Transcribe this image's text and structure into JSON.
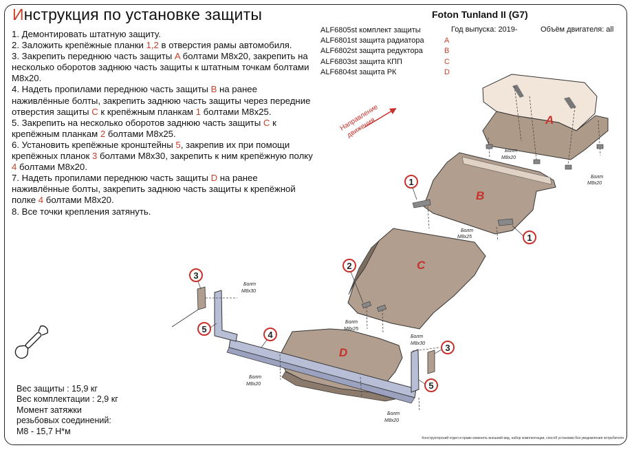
{
  "header": {
    "title_first_letter": "И",
    "title_rest": "нструкция по установке защиты",
    "car_model": "Foton Tunland II (G7)"
  },
  "steps": [
    {
      "segments": [
        "1. Демонтировать штатную защиту."
      ]
    },
    {
      "segments": [
        "2. Заложить крепёжные планки ",
        "1,2",
        " в отверстия рамы автомобиля."
      ]
    },
    {
      "segments": [
        "3. Закрепить переднюю часть защиты ",
        "A",
        " болтами М8х20, закрепить на несколько оборотов заднюю часть защиты к штатным точкам болтами М8х20."
      ]
    },
    {
      "segments": [
        "4. Надеть пропилами переднюю часть защиты ",
        "B",
        " на ранее наживлённые болты, закрепить заднюю часть защиты через передние отверстия защиты ",
        "C",
        " к крепёжным планкам ",
        "1",
        " болтами М8х25."
      ]
    },
    {
      "segments": [
        "5.  Закрепить на несколько оборотов заднюю часть защиты ",
        "C",
        " к крепёжным планкам ",
        "2",
        " болтами М8х25."
      ]
    },
    {
      "segments": [
        "6. Установить крепёжные кронштейны ",
        "5",
        ", закрепив их при помощи крепёжных планок ",
        "3",
        " болтами М8х30, закрепить к ним крепёжную полку ",
        "4",
        " болтами М8х20."
      ]
    },
    {
      "segments": [
        "7. Надеть пропилами переднюю часть защиты ",
        "D",
        " на ранее наживлённые болты, закрепить заднюю часть защиты к крепёжной полке ",
        "4",
        " болтами М8х20."
      ]
    },
    {
      "segments": [
        "8. Все точки крепления затянуть."
      ]
    }
  ],
  "parts": [
    {
      "name": "ALF6805st комплект защиты",
      "letter": ""
    },
    {
      "name": "ALF6801st защита радиатора",
      "letter": "A"
    },
    {
      "name": "ALF6802st защита редуктора",
      "letter": "B"
    },
    {
      "name": "ALF6803st защита КПП",
      "letter": "C"
    },
    {
      "name": "ALF6804st защита РК",
      "letter": "D"
    }
  ],
  "year_label": "Год выпуска: 2019-",
  "engine_label": "Объём двигателя: all",
  "direction_label_line1": "Направление",
  "direction_label_line2": "движения",
  "diagram": {
    "part_labels": {
      "a": "A",
      "b": "B",
      "c": "C",
      "d": "D"
    },
    "callouts": {
      "c1": "1",
      "c2": "2",
      "c3": "3",
      "c4": "4",
      "c5": "5"
    },
    "bolt_word": "Болт",
    "bolt_m8x20": "M8x20",
    "bolt_m8x25": "M8x25",
    "bolt_m8x30": "M8x30"
  },
  "specs": {
    "guard_weight": "Вес защиты : 15,9 кг",
    "kit_weight": "Вес комплектации : 2,9 кг",
    "torque_line1": "Момент затяжки",
    "torque_line2": "резьбовых соединений:",
    "torque_line3": "М8 - 15,7 Н*м"
  },
  "disclaimer": "Конструкторский отдел в праве изменять внешний вид, набор комплектации, способ установки без уведомления потребителя",
  "colors": {
    "accent": "#c8402a",
    "plate_a": "#efe2d6",
    "plate_dark": "#b19e8e",
    "bracket": "#b8bed6"
  }
}
